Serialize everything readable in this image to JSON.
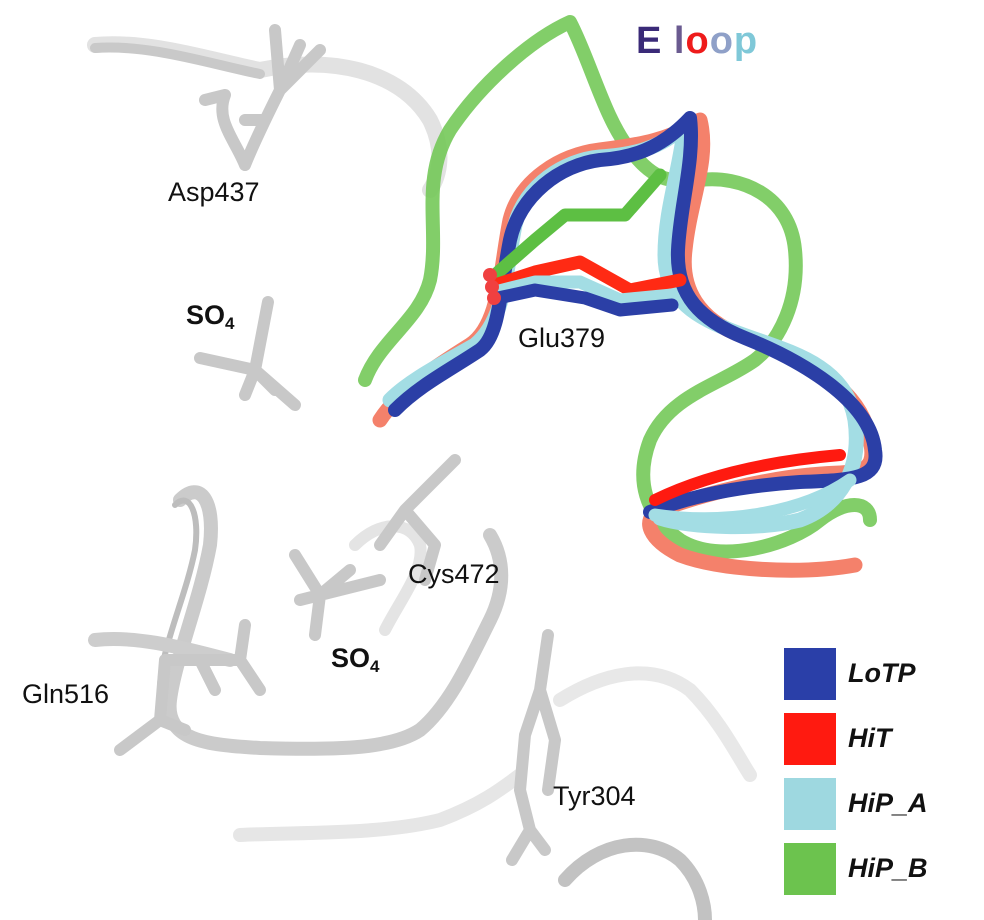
{
  "title": {
    "text": "E loop",
    "char_colors": [
      "#3a2a78",
      "#6a5a90",
      "#ee1b1b",
      "#8fa0c8",
      "#7fc8d8",
      "#3fcac0",
      "#2ec48a"
    ]
  },
  "residue_labels": {
    "asp437": "Asp437",
    "glu379": "Glu379",
    "cys472": "Cys472",
    "gln516": "Gln516",
    "tyr304": "Tyr304"
  },
  "sulfate_labels": {
    "so4_upper": {
      "base": "SO",
      "sub": "4"
    },
    "so4_lower": {
      "base": "SO",
      "sub": "4"
    }
  },
  "legend": [
    {
      "label": "LoTP",
      "color": "#2a3fa8"
    },
    {
      "label": "HiT",
      "color": "#ff1a10"
    },
    {
      "label": "HiP_A",
      "color": "#9ed8e0"
    },
    {
      "label": "HiP_B",
      "color": "#6cc34e"
    }
  ],
  "colors": {
    "gray_ribbon": "#cfcfcf",
    "gray_stick": "#c6c6c6",
    "oxygen_red": "#f03a3a"
  }
}
